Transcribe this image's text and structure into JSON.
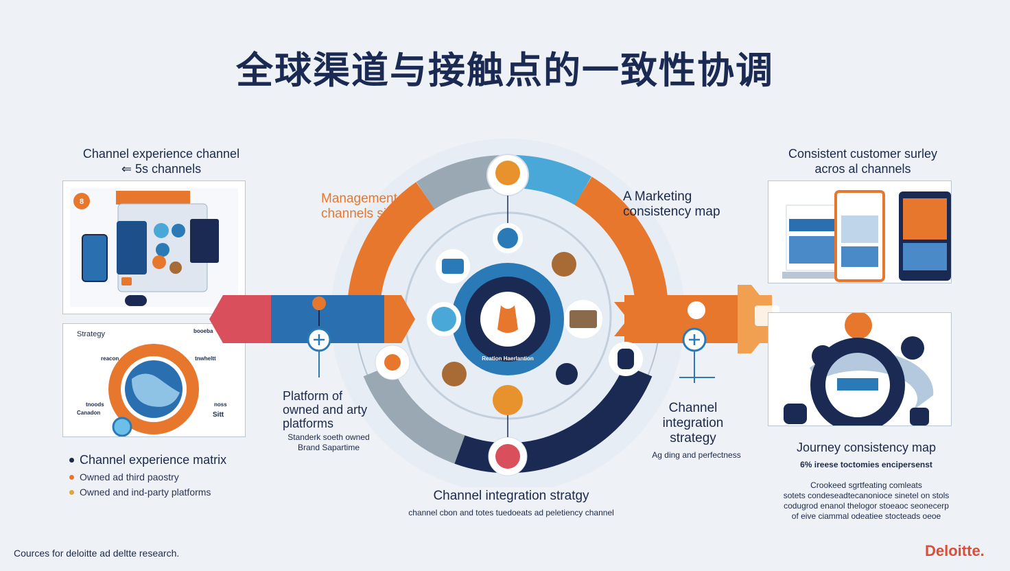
{
  "title": "全球渠道与接触点的一致性协调",
  "left_top": {
    "caption_line1": "Channel experience channel",
    "caption_line2": "⇐ 5s channels",
    "badge": "8"
  },
  "left_bottom": {
    "corner_label": "Strategy",
    "label_tr1": "booeba",
    "label_tr2": "tnwheltt",
    "label_tl": "reacon",
    "label_ml1": "tnoods",
    "label_ml2": "Canadon",
    "label_mr1": "noss",
    "label_mr2": "Sitt"
  },
  "left_legend": {
    "heading": "Channel experience matrix",
    "item1": "Owned ad third paostry",
    "item2": "Owned and ind-party platforms",
    "dot_colors": [
      "#1c2a4a",
      "#e8772e",
      "#e8a23a"
    ]
  },
  "center": {
    "label_management": "Management channels silos",
    "label_marketing": "A Marketing consistency map",
    "label_platform": "Platform of owned and arty platforms",
    "label_platform_sub1": "Standerk soeth owned",
    "label_platform_sub2": "Brand Sapartime",
    "label_channel_integration": "Channel integration strategy",
    "label_channel_integration_sub": "Ag ding and perfectness",
    "bottom_title": "Channel integration stratgy",
    "bottom_sub": "channel cbon and totes tuedoeats ad peletiency channel",
    "core_text": "Reation Haerlantion"
  },
  "right_top": {
    "caption_line1": "Consistent customer surley",
    "caption_line2": "acros al channels"
  },
  "right_bottom": {
    "title": "Journey consistency map",
    "subtitle": "6% ireese toctomies encipersenst",
    "desc1": "Crookeed sgrtfeating comleats",
    "desc2": "sotets condeseadtecanonioce sinetel on stols",
    "desc3": "codugrod enanol thelogor stoeaoc seonecerp",
    "desc4": "of eive ciammal odeatiee stocteads oeoe"
  },
  "footer": {
    "source": "Cources for deloitte ad deltte research.",
    "brand": "Deloitte."
  },
  "colors": {
    "navy": "#1b2a52",
    "orange": "#e8772e",
    "blue": "#2a7ab8",
    "light_blue": "#4aa8d8",
    "gray": "#9aa8b4",
    "red": "#d94f5c"
  }
}
